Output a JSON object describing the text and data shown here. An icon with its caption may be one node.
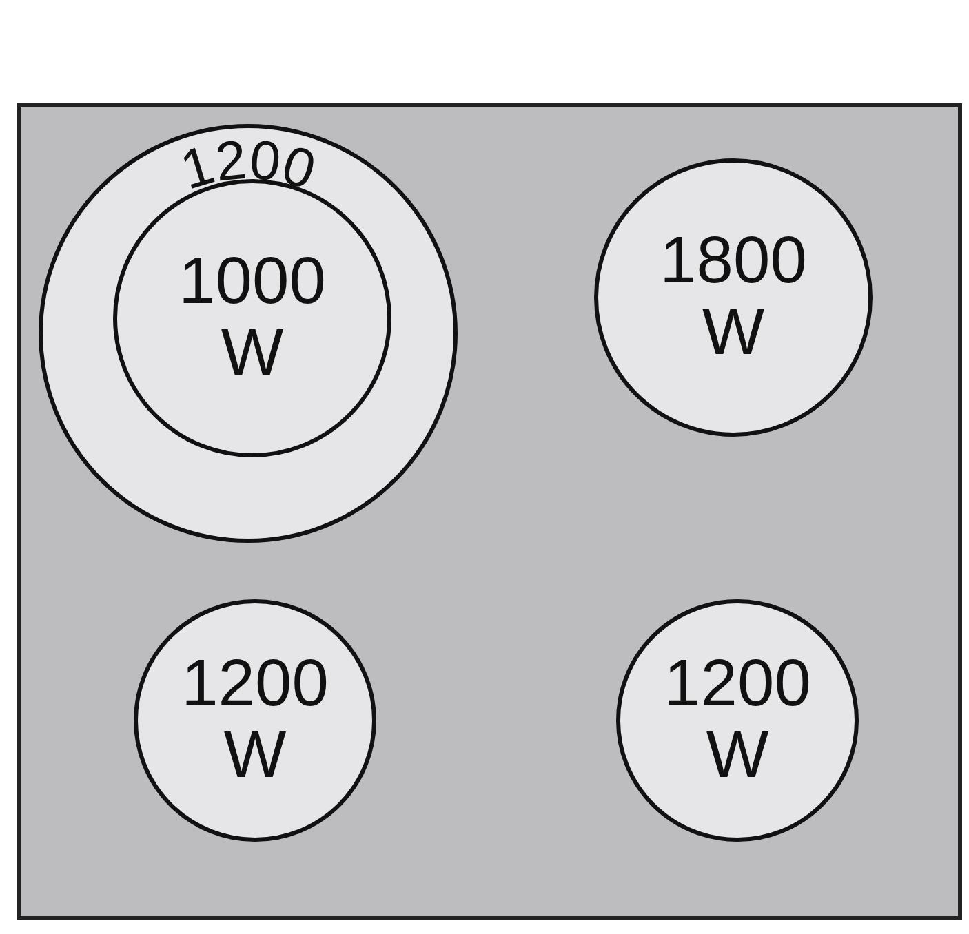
{
  "diagram": {
    "nodes": [
      {
        "text": [],
        "shape": "box"
      },
      {
        "text": [
          "1200"
        ],
        "in": 0
      },
      {
        "text": [
          "1000 W"
        ],
        "in": 1
      },
      {
        "text": [
          "1800 W"
        ],
        "in": 0
      },
      {
        "text": [
          "1200 W"
        ],
        "in": 0
      },
      {
        "text": [
          "1200 W"
        ],
        "in": 0
      }
    ],
    "edges": []
  }
}
